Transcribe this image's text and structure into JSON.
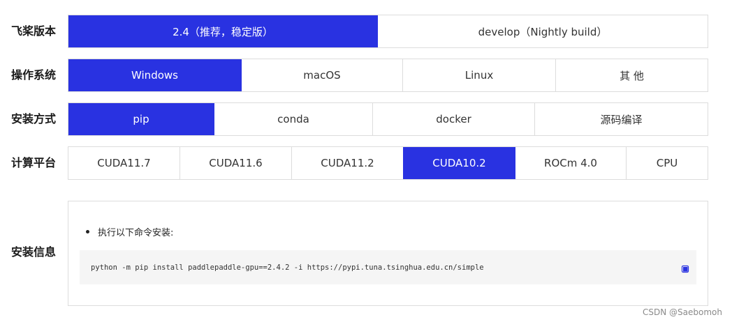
{
  "rows": {
    "version": {
      "label": "飞桨版本",
      "options": [
        "2.4（推荐，稳定版）",
        "develop（Nightly build）"
      ],
      "selected": "2.4（推荐，稳定版）"
    },
    "os": {
      "label": "操作系统",
      "options": [
        "Windows",
        "macOS",
        "Linux",
        "其 他"
      ],
      "selected": "Windows"
    },
    "method": {
      "label": "安装方式",
      "options": [
        "pip",
        "conda",
        "docker",
        "源码编译"
      ],
      "selected": "pip"
    },
    "platform": {
      "label": "计算平台",
      "options": [
        "CUDA11.7",
        "CUDA11.6",
        "CUDA11.2",
        "CUDA10.2",
        "ROCm 4.0",
        "CPU"
      ],
      "selected": "CUDA10.2"
    }
  },
  "install_info": {
    "label": "安装信息",
    "instruction": "执行以下命令安装:",
    "command": "python -m pip install paddlepaddle-gpu==2.4.2 -i https://pypi.tuna.tsinghua.edu.cn/simple"
  },
  "watermark": "CSDN @Saebomoh",
  "colors": {
    "accent": "#2932e1",
    "border": "#dcdcdc",
    "code_bg": "#f5f5f5"
  }
}
